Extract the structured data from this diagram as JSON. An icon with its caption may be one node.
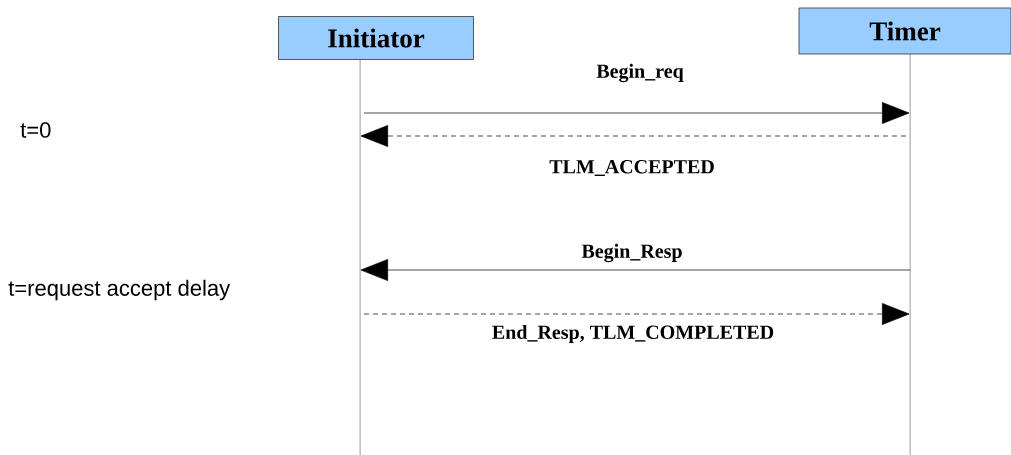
{
  "diagram": {
    "nodes": [
      {
        "text": [
          "Initiator"
        ]
      },
      {
        "text": [
          "Timer"
        ]
      }
    ],
    "edges": [
      {
        "from": 0,
        "to": 1,
        "arrow": "to",
        "label": "Begin_req"
      },
      {
        "from": 1,
        "to": 0,
        "arrow": "to",
        "label": "TLM_ACCEPTED",
        "style": "dashed"
      },
      {
        "from": 1,
        "to": 0,
        "arrow": "to",
        "label": "Begin_Resp"
      },
      {
        "from": 0,
        "to": 1,
        "arrow": "to",
        "label": "End_Resp, TLM_COMPLETED",
        "style": "dashed"
      }
    ],
    "labels": [
      "t=0",
      "t=request accept delay"
    ]
  }
}
